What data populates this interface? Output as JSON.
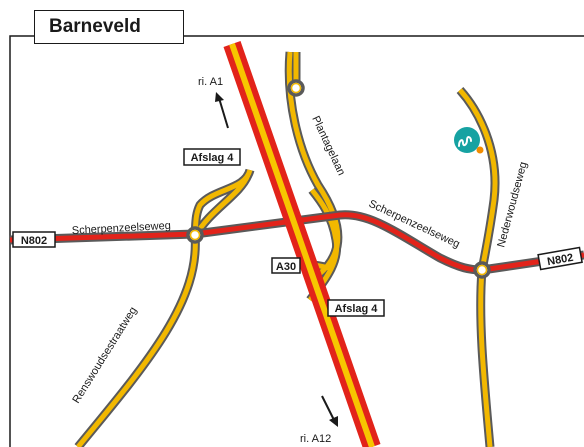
{
  "title": "Barneveld",
  "colors": {
    "motorway_fill": "#f7c600",
    "motorway_border": "#e2231a",
    "road_fill": "#f2b800",
    "road_border": "#5a5a5a",
    "outline": "#1a1a1a",
    "logo_teal": "#16a2a2",
    "logo_dot": "#f28c00"
  },
  "roads": {
    "scherpenzeelseweg_west": "Scherpenzeelseweg",
    "scherpenzeelseweg_east": "Scherpenzeelseweg",
    "plantagelaan": "Plantagelaan",
    "nederwoudseweg": "Nederwoudseweg",
    "renswoudsestraatweg": "Renswoudsestraatweg"
  },
  "shields": {
    "n802_west": "N802",
    "n802_east": "N802",
    "a30": "A30",
    "exit_north": "Afslag 4",
    "exit_south": "Afslag 4"
  },
  "directions": {
    "north": "ri. A1",
    "south": "ri. A12"
  },
  "icons": {
    "logo": "company-logo-icon"
  }
}
